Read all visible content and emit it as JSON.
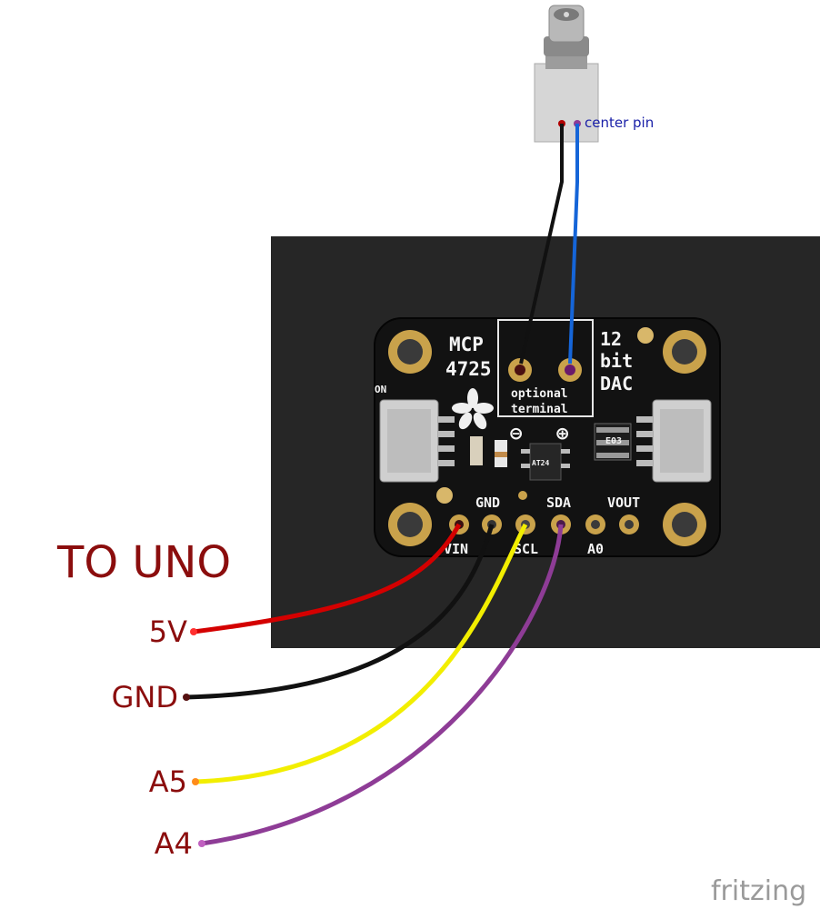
{
  "title": "TO UNO",
  "arduino_pins": [
    "5V",
    "GND",
    "A5",
    "A4"
  ],
  "jack_label": "center pin",
  "board": {
    "name_line1": "MCP",
    "name_line2": "4725",
    "type_line1": "12",
    "type_line2": "bit",
    "type_line3": "DAC",
    "terminal_line1": "optional",
    "terminal_line2": "terminal",
    "minus_symbol": "⊖",
    "plus_symbol": "⊕",
    "pins_top": [
      "GND",
      "SDA",
      "VOUT"
    ],
    "pins_bottom": [
      "VIN",
      "SCL",
      "A0"
    ],
    "chip_marking": "AT24",
    "led_label": "ON",
    "resistor_marking": "E03"
  },
  "wire_colors": {
    "red": "#d40000",
    "black": "#111111",
    "yellow": "#f2ee00",
    "purple": "#8e3c96",
    "blue": "#1565d8"
  },
  "watermark": "fritzing"
}
